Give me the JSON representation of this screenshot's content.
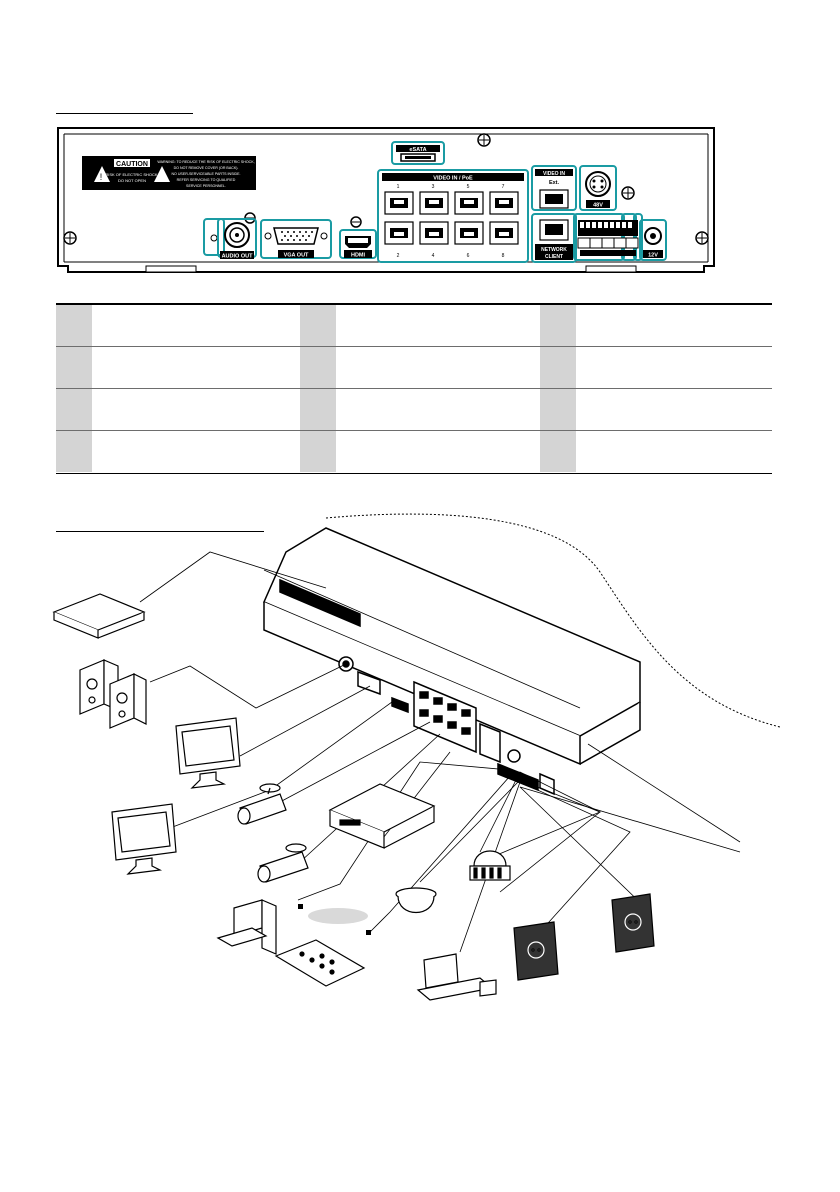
{
  "rear_panel": {
    "ports": {
      "esata": "eSATA",
      "video_in_poe": "VIDEO IN / PoE",
      "video_in_ext_line1": "VIDEO IN",
      "video_in_ext_line2": "Ext.",
      "audio_out": "AUDIO OUT",
      "vga_out": "VGA OUT",
      "hdmi": "HDMI",
      "network_client_line1": "NETWORK",
      "network_client_line2": "CLIENT",
      "power_48v": "48V",
      "power_12v": "12V"
    },
    "poe_top_numbers": [
      "1",
      "3",
      "5",
      "7"
    ],
    "poe_bottom_numbers": [
      "2",
      "4",
      "6",
      "8"
    ],
    "caution": {
      "title": "CAUTION",
      "lines": [
        "RISK OF ELECTRIC SHOCK.",
        "DO NOT OPEN"
      ],
      "warning_lines": [
        "WARNING: TO REDUCE THE RISK OF ELECTRIC SHOCK,",
        "DO NOT REMOVE COVER (OR BACK).",
        "NO USER-SERVICEABLE PARTS INSIDE.",
        "REFER SERVICING TO QUALIFIED",
        "SERVICE PERSONNEL."
      ]
    }
  },
  "table": {
    "rows": [
      [
        {
          "num": "",
          "desc": ""
        },
        {
          "num": "",
          "desc": ""
        },
        {
          "num": "",
          "desc": ""
        }
      ],
      [
        {
          "num": "",
          "desc": ""
        },
        {
          "num": "",
          "desc": ""
        },
        {
          "num": "",
          "desc": ""
        }
      ],
      [
        {
          "num": "",
          "desc": ""
        },
        {
          "num": "",
          "desc": ""
        },
        {
          "num": "",
          "desc": ""
        }
      ],
      [
        {
          "num": "",
          "desc": ""
        },
        {
          "num": "",
          "desc": ""
        },
        {
          "num": "",
          "desc": ""
        }
      ]
    ]
  },
  "colors": {
    "accent": "#1a9ba3",
    "panel_fill": "#ffffff",
    "cell_fill": "#d4d4d4",
    "line": "#000000"
  },
  "diagram_devices": [
    "storage-device-icon",
    "speakers-icon",
    "monitor-icon",
    "monitor-icon",
    "bullet-camera-icon",
    "bullet-camera-icon",
    "dvr-unit-icon",
    "pc-icon",
    "controller-keyboard-icon",
    "dome-camera-icon",
    "alarm-beacon-icon",
    "pos-terminal-icon",
    "power-outlet-icon",
    "power-outlet-icon"
  ]
}
